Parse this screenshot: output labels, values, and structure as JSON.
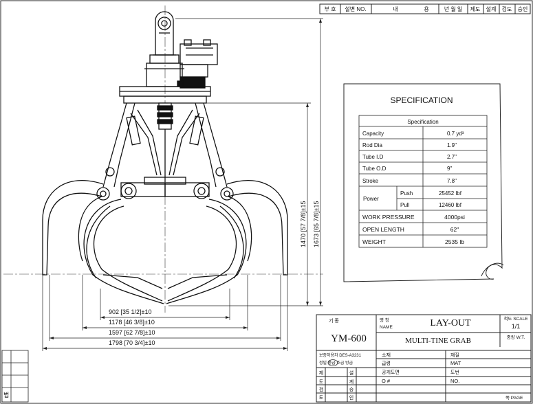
{
  "revision_table": {
    "headers": [
      "부 호",
      "설변 NO.",
      "내",
      "용",
      "년 월 일",
      "제도",
      "설계",
      "검도",
      "승인"
    ]
  },
  "dimensions": {
    "width_902": "902 [35 1/2]±10",
    "width_1178": "1178 [46 3/8]±10",
    "width_1597": "1597 [62 7/8]±10",
    "width_1798": "1798 [70 3/4]±10",
    "height_1470": "1470 [57 7/8]±15",
    "height_1673": "1673 [65 7/8]±15"
  },
  "specification": {
    "title": "SPECIFICATION",
    "table_header": "Specification",
    "rows": [
      {
        "label": "Capacity",
        "value": "0.7 yd³"
      },
      {
        "label": "Rod Dia",
        "value": "1.9\""
      },
      {
        "label": "Tube I.D",
        "value": "2.7\""
      },
      {
        "label": "Tube O.D",
        "value": "9\""
      },
      {
        "label": "Stroke",
        "value": "7.8\""
      }
    ],
    "power": {
      "label": "Power",
      "push_label": "Push",
      "push_value": "25452 lbf",
      "pull_label": "Pull",
      "pull_value": "12460 lbf"
    },
    "rows2": [
      {
        "label": "WORK PRESSURE",
        "value": "4000psi"
      },
      {
        "label": "OPEN LENGTH",
        "value": "62\""
      },
      {
        "label": "WEIGHT",
        "value": "2535 lb"
      }
    ]
  },
  "title_block": {
    "model_label": "기 종",
    "model": "YM-600",
    "name_label_kr": "명 칭",
    "name_label_en": "NAME",
    "drawing_title": "LAY-OUT",
    "drawing_subtitle": "MULTI-TINE GRAB",
    "scale_label": "척도 SCALE",
    "scale_value": "1/1",
    "weight_label": "중량 W.T.",
    "doc_number": "보증허용차 DES-A3231",
    "grade_line": "정밀 중급 조급 방급",
    "material_label": "소재",
    "material_kr": "재질",
    "material_value": "MAT",
    "grade_label": "급령",
    "public_label": "공게도면",
    "drawing_no_label": "도번",
    "oslash": "O #",
    "no_label": "NO.",
    "page_label": "쪽 PAGE",
    "approval_cells": [
      "제",
      "설",
      "도",
      "계",
      "검",
      "승",
      "도",
      "인"
    ]
  },
  "side_note": "법"
}
